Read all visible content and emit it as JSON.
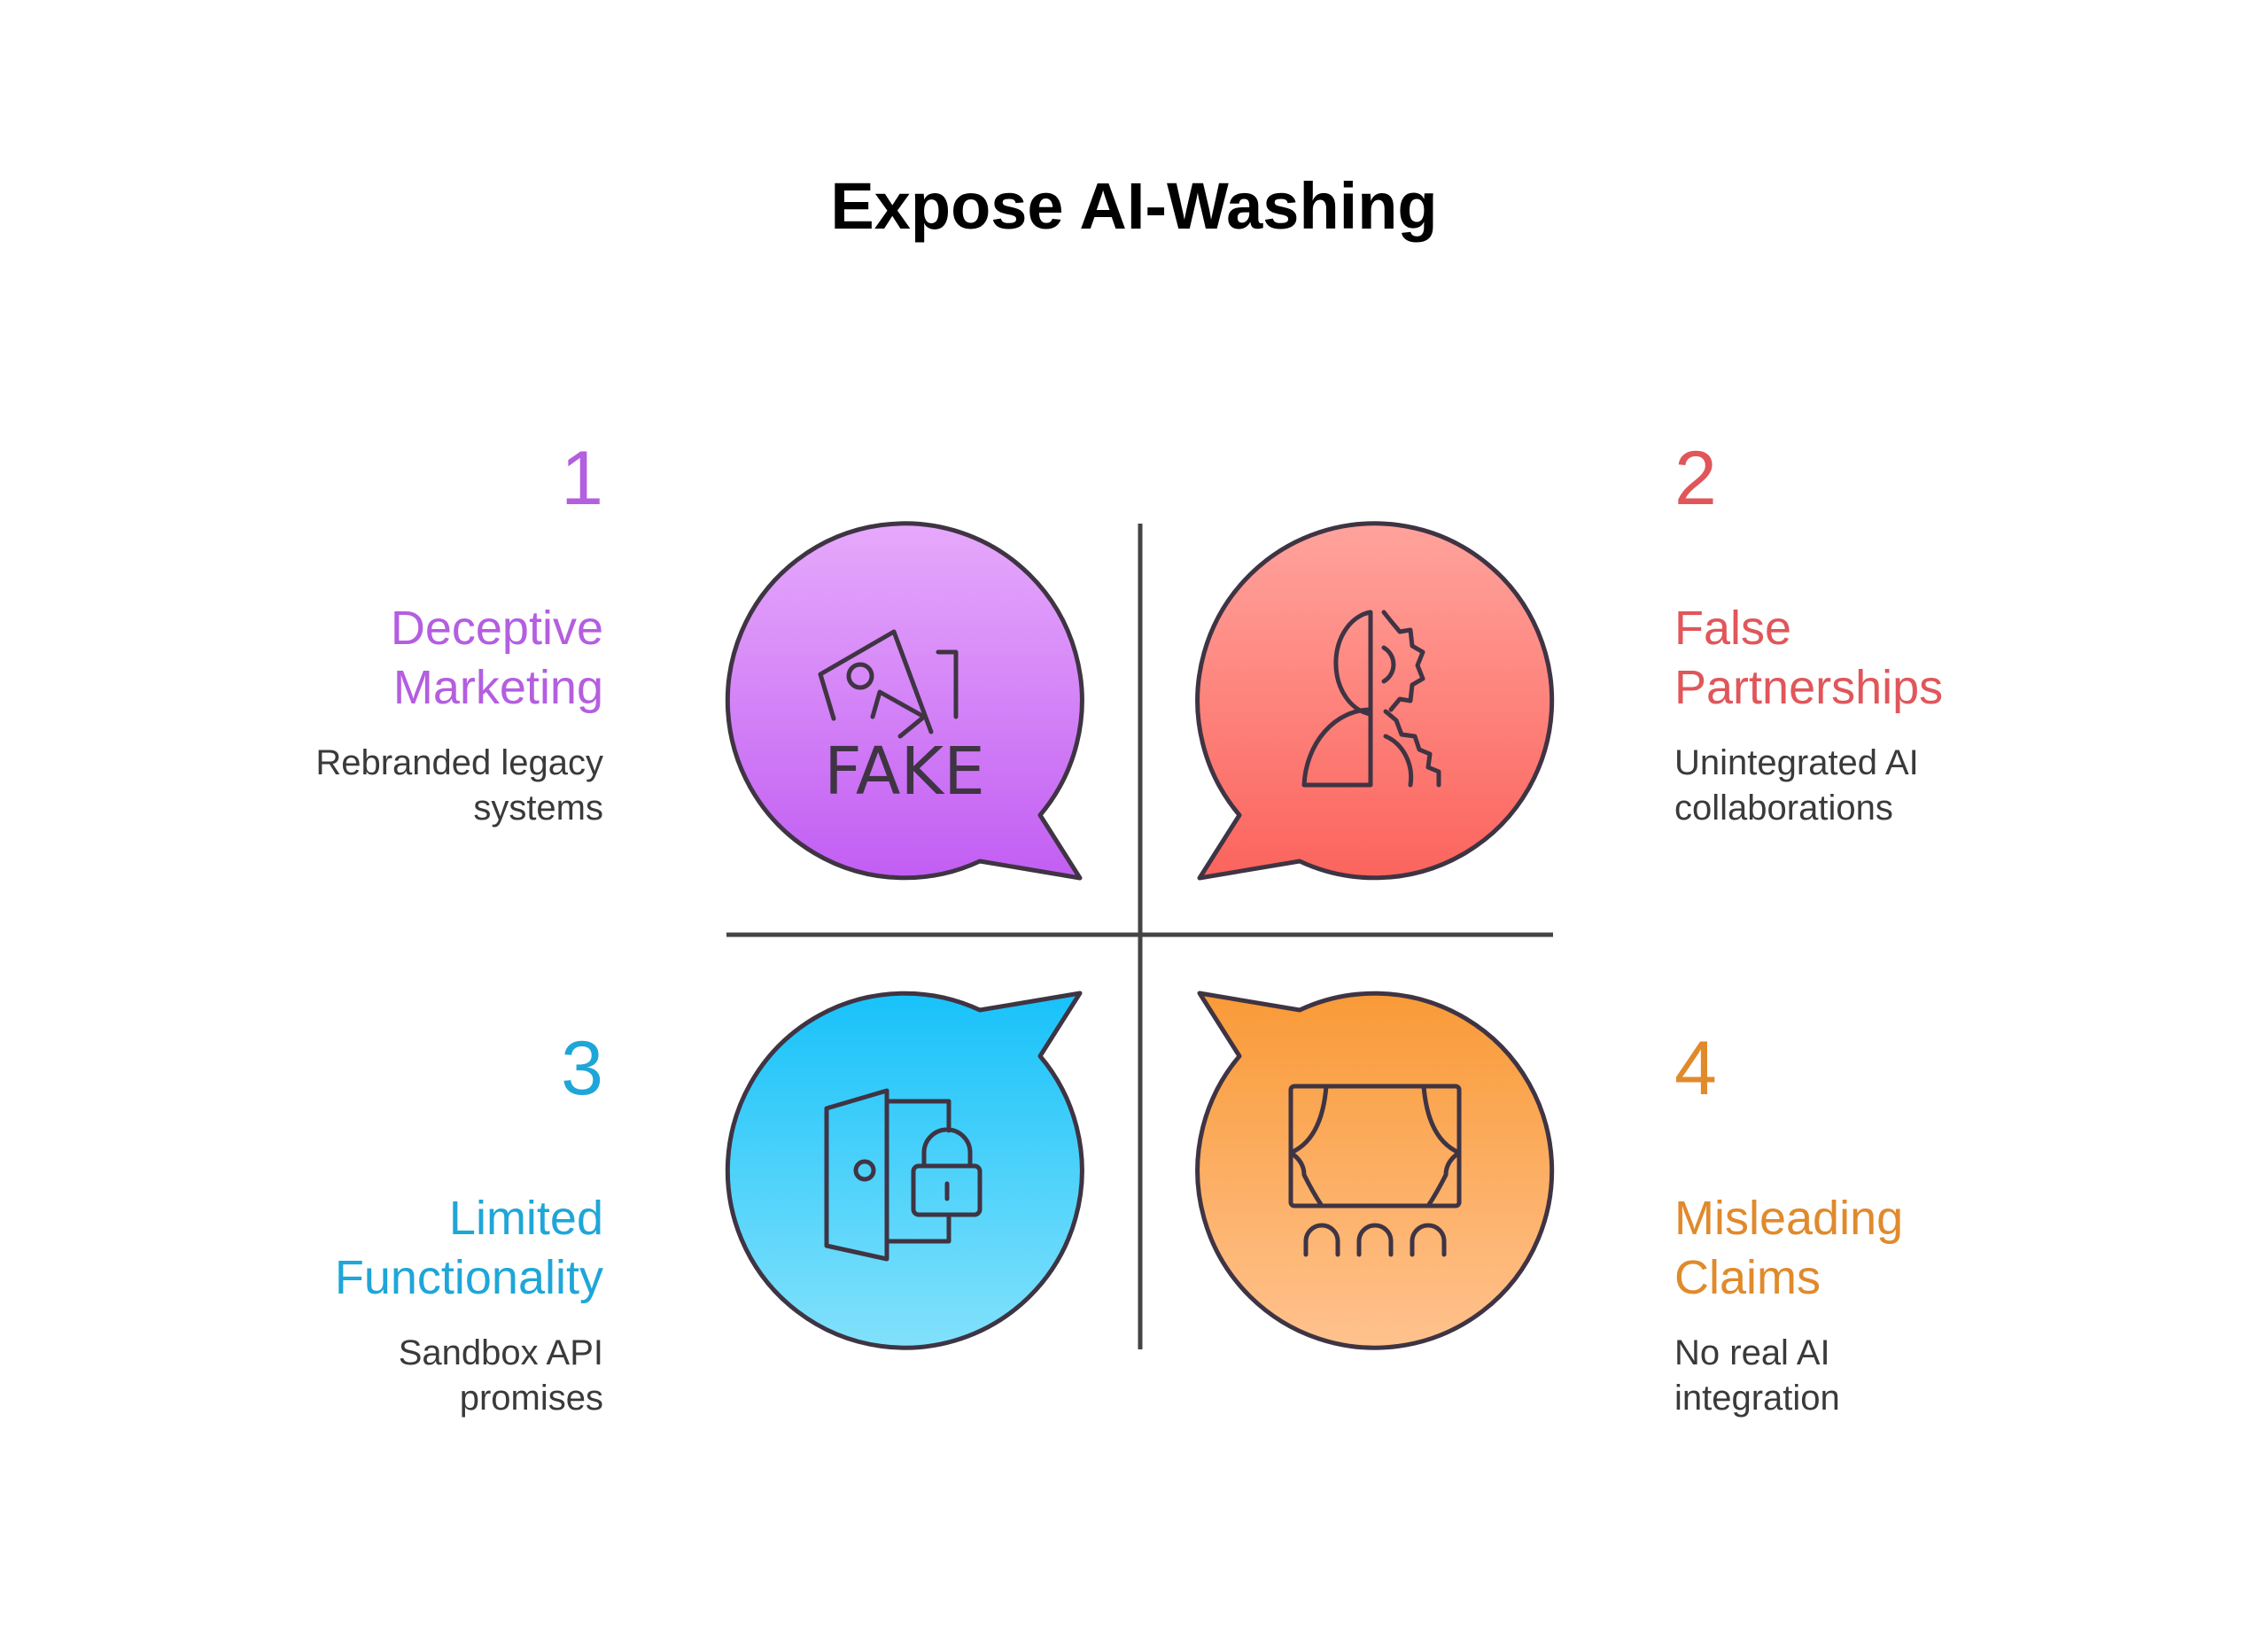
{
  "title": "Expose AI-Washing",
  "items": [
    {
      "number": "1",
      "heading_line1": "Deceptive",
      "heading_line2": "Marketing",
      "desc_line1": "Rebranded legacy",
      "desc_line2": "systems",
      "icon": "fake-image-icon",
      "icon_text": "FAKE",
      "color": "#b45ee0"
    },
    {
      "number": "2",
      "heading_line1": "False",
      "heading_line2": "Partnerships",
      "desc_line1": "Unintegrated AI",
      "desc_line2": "collaborations",
      "icon": "person-gear-icon",
      "color": "#e0565a"
    },
    {
      "number": "3",
      "heading_line1": "Limited",
      "heading_line2": "Functionality",
      "desc_line1": "Sandbox API",
      "desc_line2": "promises",
      "icon": "door-lock-icon",
      "color": "#1fa6d8"
    },
    {
      "number": "4",
      "heading_line1": "Misleading",
      "heading_line2": "Claims",
      "desc_line1": "No real AI",
      "desc_line2": "integration",
      "icon": "theater-curtain-icon",
      "color": "#e08a2c"
    }
  ]
}
